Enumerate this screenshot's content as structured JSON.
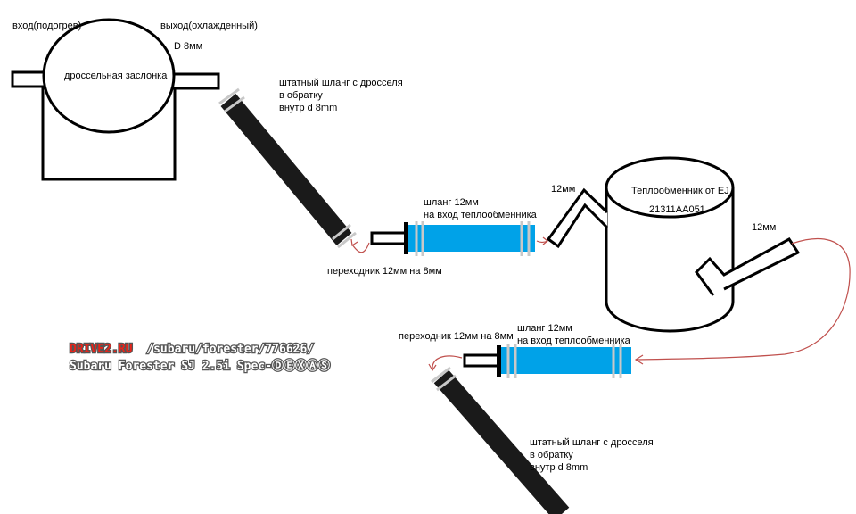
{
  "colors": {
    "line": "#000000",
    "hose": "#1a1a1a",
    "hose_blue": "#00a2e8",
    "clamp": "#c8c8c8",
    "arrow": "#c0504d",
    "watermark_red": "#e8241a",
    "watermark_white": "#ffffff",
    "watermark_shadow": "#555555"
  },
  "labels": {
    "inlet": "вход(подогрев)",
    "outlet": "выход(охлажденный)",
    "d8": "D 8мм",
    "throttle": "дроссельная заслонка",
    "stock_hose_top": [
      "штатный шланг с дросселя",
      "в обратку",
      "внутр d 8mm"
    ],
    "hose12_top": [
      "шланг 12мм",
      "на вход теплообменника"
    ],
    "adapter_top": "переходник 12мм на 8мм",
    "mm12_left": "12мм",
    "heat_exchanger": "Теплообменник от EJ",
    "part_number": "21311AA051",
    "mm12_right": "12мм",
    "adapter_bottom": "переходник 12мм на 8мм",
    "hose12_bottom": [
      "шланг 12мм",
      "на вход теплообменника"
    ],
    "stock_hose_bottom": [
      "штатный шланг с дросселя",
      "в обратку",
      "внутр d 8mm"
    ]
  },
  "watermark": {
    "brand": "DRIVE2.RU",
    "path": "/subaru/forester/776626/",
    "car": "Subaru Forester SJ 2.5i Spec-ⒹⒺⓍⒶⓈ"
  }
}
